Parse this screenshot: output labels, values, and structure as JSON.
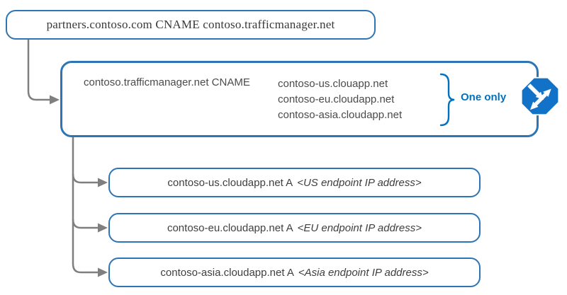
{
  "diagram": {
    "root_box": {
      "text": "partners.contoso.com CNAME contoso.trafficmanager.net"
    },
    "traffic_manager_box": {
      "record": "contoso.trafficmanager.net CNAME",
      "targets": [
        "contoso-us.clouapp.net",
        "contoso-eu.cloudapp.net",
        "contoso-asia.cloudapp.net"
      ],
      "annotation": "One only",
      "icon": "traffic-manager-icon"
    },
    "endpoint_boxes": [
      {
        "record": "contoso-us.cloudapp.net A",
        "value": "<US endpoint IP address>"
      },
      {
        "record": "contoso-eu.cloudapp.net A",
        "value": "<EU endpoint IP address>"
      },
      {
        "record": "contoso-asia.cloudapp.net A",
        "value": "<Asia endpoint IP address>"
      }
    ],
    "colors": {
      "box_border": "#2E75B6",
      "accent_blue": "#0070C0",
      "icon_blue": "#1272C8",
      "connector_gray": "#7F7F7F",
      "text": "#3F3F3F"
    }
  }
}
